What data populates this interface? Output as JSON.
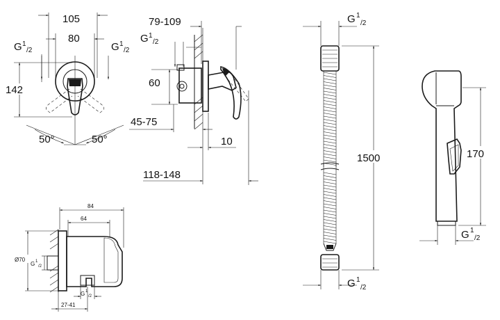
{
  "mixer_front": {
    "width_overall": "105",
    "width_plate": "80",
    "height": "142",
    "angle_left": "50°",
    "angle_right": "50°",
    "thread_left": "G",
    "thread_left_sup": "1",
    "thread_left_sub": "/2",
    "thread_right": "G",
    "thread_right_sup": "1",
    "thread_right_sub": "/2"
  },
  "mixer_side": {
    "depth_range": "79-109",
    "thread": "G",
    "thread_sup": "1",
    "thread_sub": "/2",
    "offset": "60",
    "install_depth": "45-75",
    "plate_thickness": "10",
    "projection": "118-148"
  },
  "hose": {
    "thread_top": "G",
    "thread_top_sup": "1",
    "thread_top_sub": "/2",
    "length": "1500",
    "thread_bottom": "G",
    "thread_bottom_sup": "1",
    "thread_bottom_sub": "/2"
  },
  "handshower": {
    "length": "170",
    "thread": "G",
    "thread_sup": "1",
    "thread_sub": "/2"
  },
  "wall_elbow": {
    "width_overall": "84",
    "width_body": "64",
    "diameter": "Ø70",
    "thread_left": "G",
    "thread_left_sup": "1",
    "thread_left_sub": "/2",
    "thread_bottom": "G",
    "thread_bottom_sup": "1",
    "thread_bottom_sub": "/2",
    "depth_range": "27-41"
  }
}
